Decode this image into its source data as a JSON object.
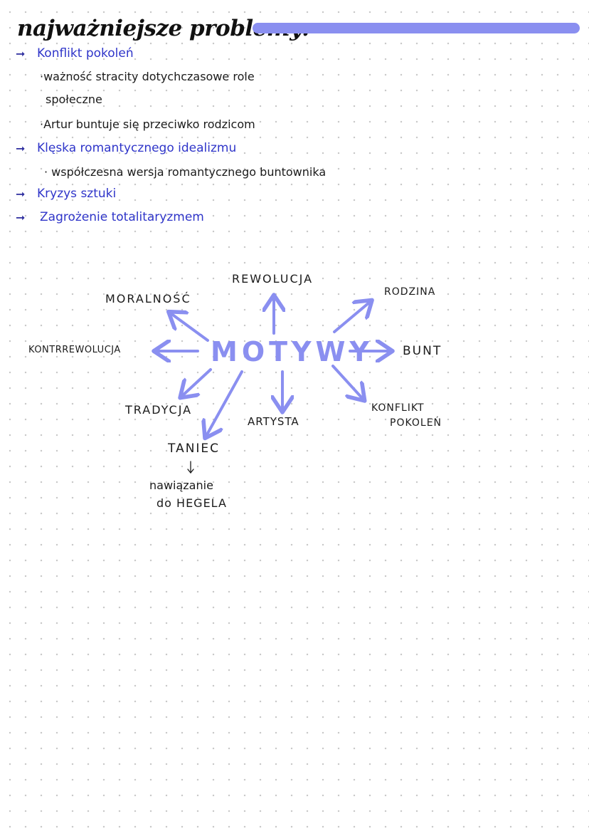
{
  "heading": {
    "title": "najważniejsze problemy:"
  },
  "problems": [
    {
      "text": "Konflikt pokoleń",
      "level": 0
    },
    {
      "text": "·ważność stracity dotychczasowe role",
      "level": 1
    },
    {
      "text": "społeczne",
      "level": 1
    },
    {
      "text": "·Artur buntuje się przeciwko rodzicom",
      "level": 1
    },
    {
      "text": "Klęska romantycznego idealizmu",
      "level": 0
    },
    {
      "text": "· współczesna wersja romantycznego buntownika",
      "level": 1
    },
    {
      "text": "Kryzys sztuki",
      "level": 0
    },
    {
      "text": "Zagrożenie totalitaryzmem",
      "level": 0
    }
  ],
  "mindmap": {
    "center": "MOTYWY",
    "nodes": {
      "rewolucja": "REWOLUCJA",
      "moralnosc": "MORALNOŚĆ",
      "rodzina": "RODZINA",
      "kontrrewolucja": "KONTRREWOLUCJA",
      "bunt": "BUNT",
      "tradycja": "TRADYCJA",
      "artysta": "ARTYSTA",
      "konflikt_line1": "KONFLIKT",
      "konflikt_line2": "POKOLEŃ",
      "taniec": "TANIEC",
      "taniec_note_line1": "nawiązanie",
      "taniec_note_line2": "do HEGELA"
    },
    "arrow_color": "#8a8ff0"
  }
}
